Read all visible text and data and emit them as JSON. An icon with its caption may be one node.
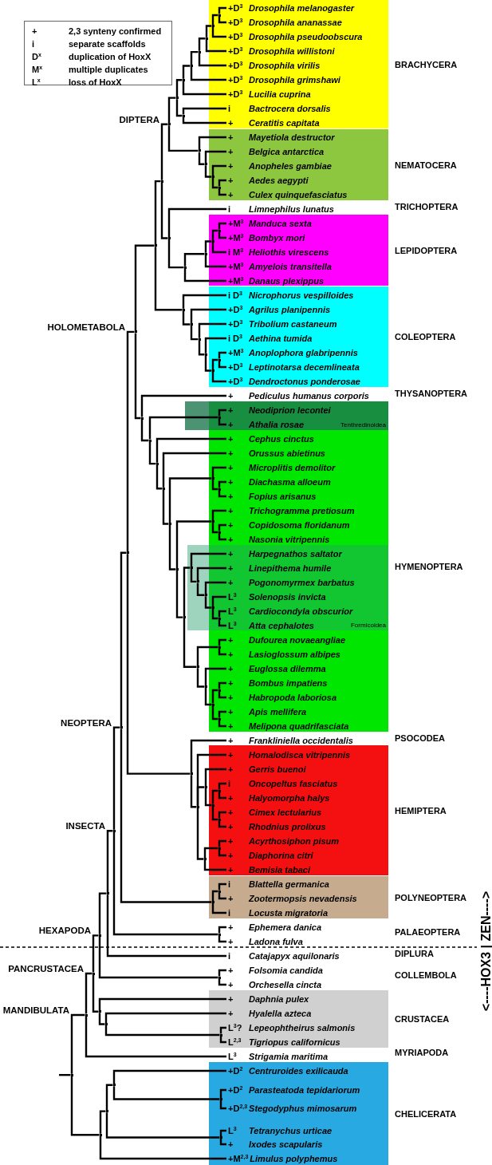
{
  "diagram": {
    "nodes": [
      {
        "text": [
          "+",
          "2,3 synteny confirmed",
          "i",
          "separate scaffolds",
          "D$^{x}$",
          "duplication of HoxX",
          "M$^{x}$",
          "multiple duplicates",
          "L$^{x}$",
          "loss of HoxX"
        ]
      },
      {
        "text": [
          "BRACHYCERA"
        ]
      },
      {
        "text": [
          "+D$^{3}$",
          "Drosophila melanogaster"
        ],
        "in": 1
      },
      {
        "text": [
          "+D$^{3}$",
          "Drosophila ananassae"
        ],
        "in": 1
      },
      {
        "text": [
          "+D$^{3}$",
          "Drosophila pseudoobscura"
        ],
        "in": 1
      },
      {
        "text": [
          "+D$^{3}$",
          "Drosophila willistoni"
        ],
        "in": 1
      },
      {
        "text": [
          "+D$^{3}$",
          "Drosophila virilis"
        ],
        "in": 1
      },
      {
        "text": [
          "+D$^{3}$",
          "Drosophila grimshawi"
        ],
        "in": 1
      },
      {
        "text": [
          "+D$^{3}$",
          "Lucilia cuprina"
        ],
        "in": 1
      },
      {
        "text": [
          "i",
          "Bactrocera dorsalis"
        ],
        "in": 1
      },
      {
        "text": [
          "+",
          "Ceratitis capitata"
        ],
        "in": 1
      },
      {
        "text": [
          "NEMATOCERA"
        ]
      },
      {
        "text": [
          "+",
          "Mayetiola destructor"
        ],
        "in": 11
      },
      {
        "text": [
          "+",
          "Belgica antarctica"
        ],
        "in": 11
      },
      {
        "text": [
          "+",
          "Anopheles gambiae"
        ],
        "in": 11
      },
      {
        "text": [
          "+",
          "Aedes aegypti"
        ],
        "in": 11
      },
      {
        "text": [
          "+",
          "Culex quinquefasciatus"
        ],
        "in": 11
      },
      {
        "text": [
          "i",
          "Limnephilus lunatus"
        ]
      },
      {
        "text": [
          "LEPIDOPTERA"
        ]
      },
      {
        "text": [
          "+M$^{3}$",
          "Manduca sexta"
        ],
        "in": 18
      },
      {
        "text": [
          "+M$^{3}$",
          "Bombyx mori"
        ],
        "in": 18
      },
      {
        "text": [
          "i M$^{3}$",
          "Heliothis virescens"
        ],
        "in": 18
      },
      {
        "text": [
          "+M$^{3}$",
          "Amyelois transitella"
        ],
        "in": 18
      },
      {
        "text": [
          "+M$^{3}$",
          "Danaus plexippus"
        ],
        "in": 18
      },
      {
        "text": [
          "COLEOPTERA"
        ]
      },
      {
        "text": [
          "i D$^{3}$",
          "Nicrophorus vespilloides"
        ],
        "in": 24
      },
      {
        "text": [
          "+D$^{3}$",
          "Agrilus planipennis"
        ],
        "in": 24
      },
      {
        "text": [
          "+D$^{3}$",
          "Tribolium castaneum"
        ],
        "in": 24
      },
      {
        "text": [
          "i D$^{3}$",
          "Aethina tumida"
        ],
        "in": 24
      },
      {
        "text": [
          "+M$^{3}$",
          "Anoplophora glabripennis"
        ],
        "in": 24
      },
      {
        "text": [
          "+D$^{3}$",
          "Leptinotarsa decemlineata"
        ],
        "in": 24
      },
      {
        "text": [
          "+D$^{3}$",
          "Dendroctonus ponderosae"
        ],
        "in": 24
      },
      {
        "text": [
          "+",
          "Pediculus humanus corporis"
        ]
      },
      {
        "text": [
          "HYMENOPTERA"
        ]
      },
      {
        "text": [
          "Tenthredinoidea"
        ]
      },
      {
        "text": [
          "+",
          "Neodiprion lecontei"
        ],
        "in": 34
      },
      {
        "text": [
          "+",
          "Athalia rosae"
        ],
        "in": 34
      },
      {
        "text": [
          "+",
          "Cephus cinctus"
        ],
        "in": 33
      },
      {
        "text": [
          "+",
          "Orussus abietinus"
        ],
        "in": 33
      },
      {
        "text": [
          "+",
          "Microplitis demolitor"
        ],
        "in": 33
      },
      {
        "text": [
          "+",
          "Diachasma alloeum"
        ],
        "in": 33
      },
      {
        "text": [
          "+",
          "Fopius arisanus"
        ],
        "in": 33
      },
      {
        "text": [
          "+",
          "Trichogramma pretiosum"
        ],
        "in": 33
      },
      {
        "text": [
          "+",
          "Copidosoma floridanum"
        ],
        "in": 33
      },
      {
        "text": [
          "+",
          "Nasonia vitripennis"
        ],
        "in": 33
      },
      {
        "text": [
          "Formicoidea"
        ]
      },
      {
        "text": [
          "+",
          "Harpegnathos saltator"
        ],
        "in": 45
      },
      {
        "text": [
          "+",
          "Linepithema humile"
        ],
        "in": 45
      },
      {
        "text": [
          "+",
          "Pogonomyrmex barbatus"
        ],
        "in": 45
      },
      {
        "text": [
          "L$^{3}$",
          "Solenopsis invicta"
        ],
        "in": 45
      },
      {
        "text": [
          "L$^{3}$",
          "Cardiocondyla obscurior"
        ],
        "in": 45
      },
      {
        "text": [
          "L$^{3}$",
          "Atta cephalotes"
        ],
        "in": 45
      },
      {
        "text": [
          "+",
          "Dufourea novaeangliae"
        ],
        "in": 33
      },
      {
        "text": [
          "+",
          "Lasioglossum albipes"
        ],
        "in": 33
      },
      {
        "text": [
          "+",
          "Euglossa dilemma"
        ],
        "in": 33
      },
      {
        "text": [
          "+",
          "Bombus impatiens"
        ],
        "in": 33
      },
      {
        "text": [
          "+",
          "Habropoda laboriosa"
        ],
        "in": 33
      },
      {
        "text": [
          "+",
          "Apis mellifera"
        ],
        "in": 33
      },
      {
        "text": [
          "+",
          "Melipona quadrifasciata"
        ],
        "in": 33
      },
      {
        "text": [
          "+",
          "Frankliniella occidentalis"
        ]
      },
      {
        "text": [
          "HEMIPTERA"
        ]
      },
      {
        "text": [
          "+",
          "Homalodisca vitripennis"
        ],
        "in": 60
      },
      {
        "text": [
          "+",
          "Gerris buenoi"
        ],
        "in": 60
      },
      {
        "text": [
          "i",
          "Oncopeltus fasciatus"
        ],
        "in": 60
      },
      {
        "text": [
          "+",
          "Halyomorpha halys"
        ],
        "in": 60
      },
      {
        "text": [
          "+",
          "Cimex lectularius"
        ],
        "in": 60
      },
      {
        "text": [
          "+",
          "Rhodnius prolixus"
        ],
        "in": 60
      },
      {
        "text": [
          "+",
          "Acyrthosiphon pisum"
        ],
        "in": 60
      },
      {
        "text": [
          "+",
          "Diaphorina citri"
        ],
        "in": 60
      },
      {
        "text": [
          "+",
          "Bemisia tabaci"
        ],
        "in": 60
      },
      {
        "text": [
          "POLYNEOPTERA"
        ]
      },
      {
        "text": [
          "i",
          "Blattella germanica"
        ],
        "in": 70
      },
      {
        "text": [
          "+",
          "Zootermopsis nevadensis"
        ],
        "in": 70
      },
      {
        "text": [
          "i",
          "Locusta migratoria"
        ],
        "in": 70
      },
      {
        "text": [
          "+",
          "Ephemera danica"
        ]
      },
      {
        "text": [
          "+",
          "Ladona fulva"
        ]
      },
      {
        "text": [
          "i",
          "Catajapyx aquilonaris"
        ]
      },
      {
        "text": [
          "+",
          "Folsomia candida"
        ]
      },
      {
        "text": [
          "+",
          "Orchesella cincta"
        ]
      },
      {
        "text": [
          "CRUSTACEA"
        ]
      },
      {
        "text": [
          "+",
          "Daphnia pulex"
        ],
        "in": 79
      },
      {
        "text": [
          "+",
          "Hyalella azteca"
        ],
        "in": 79
      },
      {
        "text": [
          "L$^{3}$?",
          "Lepeophtheirus salmonis"
        ],
        "in": 79
      },
      {
        "text": [
          "L$^{2,3}$",
          "Tigriopus californicus"
        ],
        "in": 79
      },
      {
        "text": [
          "L$^{3}$",
          "Strigamia maritima"
        ]
      },
      {
        "text": [
          "CHELICERATA"
        ]
      },
      {
        "text": [
          "+D$^{2}$",
          "Centruroides exilicauda"
        ],
        "in": 85
      },
      {
        "text": [
          "+D$^{2}$",
          "Parasteatoda tepidariorum"
        ],
        "in": 85
      },
      {
        "text": [
          "+D$^{2,3}$",
          "Stegodyphus mimosarum"
        ],
        "in": 85
      },
      {
        "text": [
          "L$^{3}$",
          "Tetranychus urticae"
        ],
        "in": 85
      },
      {
        "text": [
          "+",
          "Ixodes scapularis"
        ],
        "in": 85
      },
      {
        "text": [
          "+M$^{2,3}$",
          "Limulus polyphemus"
        ],
        "in": 85
      },
      {
        "text": [],
        "shape": "point",
        "in": 1
      },
      {
        "text": [],
        "shape": "point",
        "in": 1
      },
      {
        "text": [],
        "shape": "point"
      },
      {
        "text": [],
        "shape": "point"
      },
      {
        "text": [],
        "shape": "point"
      },
      {
        "text": [],
        "shape": "point"
      },
      {
        "text": [],
        "shape": "point"
      },
      {
        "text": [],
        "shape": "point"
      },
      {
        "text": [],
        "shape": "point",
        "in": 11
      },
      {
        "text": [],
        "shape": "point",
        "in": 11
      },
      {
        "text": [],
        "shape": "point"
      },
      {
        "text": [],
        "shape": "point"
      },
      {
        "text": [],
        "shape": "point",
        "beside": [
          "DIPTERA"
        ]
      },
      {
        "text": [],
        "shape": "point",
        "in": 18
      },
      {
        "text": [],
        "shape": "point",
        "in": 18
      },
      {
        "text": [],
        "shape": "point"
      },
      {
        "text": [],
        "shape": "point"
      },
      {
        "text": [],
        "shape": "point"
      },
      {
        "text": [],
        "shape": "point"
      },
      {
        "text": [],
        "shape": "point",
        "in": 24
      },
      {
        "text": [],
        "shape": "point",
        "in": 24
      },
      {
        "text": [],
        "shape": "point"
      },
      {
        "text": [],
        "shape": "point"
      },
      {
        "text": [],
        "shape": "point"
      },
      {
        "text": [],
        "shape": "point"
      },
      {
        "text": [],
        "shape": "point"
      },
      {
        "text": [],
        "shape": "point",
        "in": 34
      },
      {
        "text": [],
        "shape": "point",
        "in": 33
      },
      {
        "text": [],
        "shape": "point",
        "in": 33
      },
      {
        "text": [],
        "shape": "point",
        "in": 33
      },
      {
        "text": [],
        "shape": "point",
        "in": 33
      },
      {
        "text": [],
        "shape": "point",
        "in": 45
      },
      {
        "text": [],
        "shape": "point",
        "in": 45
      },
      {
        "text": [],
        "shape": "point",
        "in": 45
      },
      {
        "text": [],
        "shape": "point",
        "in": 45
      },
      {
        "text": [],
        "shape": "point",
        "in": 45
      },
      {
        "text": [],
        "shape": "point",
        "in": 33
      },
      {
        "text": [],
        "shape": "point",
        "in": 33
      },
      {
        "text": [],
        "shape": "point",
        "in": 33
      },
      {
        "text": [],
        "shape": "point",
        "in": 33
      },
      {
        "text": [],
        "shape": "point"
      },
      {
        "text": [],
        "shape": "point"
      },
      {
        "text": [],
        "shape": "point"
      },
      {
        "text": [],
        "shape": "point"
      },
      {
        "text": [],
        "shape": "point"
      },
      {
        "text": [],
        "shape": "point"
      },
      {
        "text": [],
        "shape": "point"
      },
      {
        "text": [],
        "shape": "point"
      },
      {
        "text": [],
        "shape": "point"
      },
      {
        "text": [],
        "shape": "point",
        "beside": [
          "HOLOMETABOLA"
        ]
      },
      {
        "text": [],
        "shape": "point",
        "in": 60
      },
      {
        "text": [],
        "shape": "point",
        "in": 60
      },
      {
        "text": [],
        "shape": "point",
        "in": 60
      },
      {
        "text": [],
        "shape": "point"
      },
      {
        "text": [],
        "shape": "point",
        "in": 60
      },
      {
        "text": [],
        "shape": "point"
      },
      {
        "text": [],
        "shape": "point"
      },
      {
        "text": [],
        "shape": "point"
      },
      {
        "text": [],
        "shape": "point"
      },
      {
        "text": [],
        "shape": "point",
        "in": 70
      },
      {
        "text": [],
        "shape": "point",
        "in": 70
      },
      {
        "text": [],
        "shape": "point",
        "beside": [
          "NEOPTERA"
        ]
      },
      {
        "text": [],
        "shape": "point"
      },
      {
        "text": [],
        "shape": "point",
        "beside": [
          "INSECTA"
        ]
      },
      {
        "text": [],
        "shape": "point"
      },
      {
        "text": [],
        "shape": "point"
      },
      {
        "text": [],
        "shape": "point",
        "beside": [
          "HEXAPODA"
        ]
      },
      {
        "text": [],
        "shape": "point",
        "in": 79
      },
      {
        "text": [],
        "shape": "point"
      },
      {
        "text": [],
        "shape": "point"
      },
      {
        "text": [],
        "shape": "point",
        "beside": [
          "PANCRUSTACEA"
        ]
      },
      {
        "text": [],
        "shape": "point",
        "beside": [
          "MANDIBULATA"
        ]
      },
      {
        "text": [],
        "shape": "point",
        "in": 85
      },
      {
        "text": [],
        "shape": "point"
      },
      {
        "text": [],
        "shape": "point",
        "in": 85
      },
      {
        "text": [],
        "shape": "point"
      },
      {
        "text": [],
        "shape": "point"
      },
      {
        "text": [],
        "shape": "point"
      }
    ],
    "edges": [
      {
        "from": 92,
        "to": 2,
        "arrow": "none"
      },
      {
        "from": 92,
        "to": 3,
        "arrow": "none"
      },
      {
        "from": 93,
        "to": 92,
        "arrow": "none"
      },
      {
        "from": 93,
        "to": 4,
        "arrow": "none"
      },
      {
        "from": 94,
        "to": 93,
        "arrow": "none"
      },
      {
        "from": 94,
        "to": 5,
        "arrow": "none"
      },
      {
        "from": 95,
        "to": 94,
        "arrow": "none"
      },
      {
        "from": 95,
        "to": 6,
        "arrow": "none"
      },
      {
        "from": 96,
        "to": 95,
        "arrow": "none"
      },
      {
        "from": 96,
        "to": 7,
        "arrow": "none"
      },
      {
        "from": 97,
        "to": 96,
        "arrow": "none"
      },
      {
        "from": 97,
        "to": 8,
        "arrow": "none"
      },
      {
        "from": 98,
        "to": 9,
        "arrow": "none"
      },
      {
        "from": 98,
        "to": 10,
        "arrow": "none"
      },
      {
        "from": 99,
        "to": 97,
        "arrow": "none"
      },
      {
        "from": 99,
        "to": 98,
        "arrow": "none"
      },
      {
        "from": 100,
        "to": 15,
        "arrow": "none"
      },
      {
        "from": 100,
        "to": 16,
        "arrow": "none"
      },
      {
        "from": 101,
        "to": 14,
        "arrow": "none"
      },
      {
        "from": 101,
        "to": 100,
        "arrow": "none"
      },
      {
        "from": 102,
        "to": 13,
        "arrow": "none"
      },
      {
        "from": 102,
        "to": 101,
        "arrow": "none"
      },
      {
        "from": 103,
        "to": 12,
        "arrow": "none"
      },
      {
        "from": 103,
        "to": 102,
        "arrow": "none"
      },
      {
        "from": 104,
        "to": 99,
        "arrow": "none"
      },
      {
        "from": 104,
        "to": 103,
        "arrow": "none"
      },
      {
        "from": 105,
        "to": 19,
        "arrow": "none"
      },
      {
        "from": 105,
        "to": 20,
        "arrow": "none"
      },
      {
        "from": 106,
        "to": 105,
        "arrow": "none"
      },
      {
        "from": 106,
        "to": 21,
        "arrow": "none"
      },
      {
        "from": 107,
        "to": 106,
        "arrow": "none"
      },
      {
        "from": 107,
        "to": 22,
        "arrow": "none"
      },
      {
        "from": 108,
        "to": 107,
        "arrow": "none"
      },
      {
        "from": 108,
        "to": 23,
        "arrow": "none"
      },
      {
        "from": 109,
        "to": 17,
        "arrow": "none"
      },
      {
        "from": 109,
        "to": 108,
        "arrow": "none"
      },
      {
        "from": 110,
        "to": 104,
        "arrow": "none"
      },
      {
        "from": 110,
        "to": 109,
        "arrow": "none"
      },
      {
        "from": 111,
        "to": 29,
        "arrow": "none"
      },
      {
        "from": 111,
        "to": 30,
        "arrow": "none"
      },
      {
        "from": 112,
        "to": 111,
        "arrow": "none"
      },
      {
        "from": 112,
        "to": 31,
        "arrow": "none"
      },
      {
        "from": 113,
        "to": 28,
        "arrow": "none"
      },
      {
        "from": 113,
        "to": 112,
        "arrow": "none"
      },
      {
        "from": 114,
        "to": 27,
        "arrow": "none"
      },
      {
        "from": 114,
        "to": 113,
        "arrow": "none"
      },
      {
        "from": 115,
        "to": 26,
        "arrow": "none"
      },
      {
        "from": 115,
        "to": 114,
        "arrow": "none"
      },
      {
        "from": 116,
        "to": 25,
        "arrow": "none"
      },
      {
        "from": 116,
        "to": 115,
        "arrow": "none"
      },
      {
        "from": 117,
        "to": 110,
        "arrow": "none"
      },
      {
        "from": 117,
        "to": 116,
        "arrow": "none"
      },
      {
        "from": 118,
        "to": 35,
        "arrow": "none"
      },
      {
        "from": 118,
        "to": 36,
        "arrow": "none"
      },
      {
        "from": 119,
        "to": 40,
        "arrow": "none"
      },
      {
        "from": 119,
        "to": 41,
        "arrow": "none"
      },
      {
        "from": 120,
        "to": 39,
        "arrow": "none"
      },
      {
        "from": 120,
        "to": 119,
        "arrow": "none"
      },
      {
        "from": 121,
        "to": 43,
        "arrow": "none"
      },
      {
        "from": 121,
        "to": 44,
        "arrow": "none"
      },
      {
        "from": 122,
        "to": 42,
        "arrow": "none"
      },
      {
        "from": 122,
        "to": 121,
        "arrow": "none"
      },
      {
        "from": 123,
        "to": 50,
        "arrow": "none"
      },
      {
        "from": 123,
        "to": 51,
        "arrow": "none"
      },
      {
        "from": 124,
        "to": 49,
        "arrow": "none"
      },
      {
        "from": 124,
        "to": 123,
        "arrow": "none"
      },
      {
        "from": 125,
        "to": 48,
        "arrow": "none"
      },
      {
        "from": 125,
        "to": 124,
        "arrow": "none"
      },
      {
        "from": 126,
        "to": 47,
        "arrow": "none"
      },
      {
        "from": 126,
        "to": 125,
        "arrow": "none"
      },
      {
        "from": 127,
        "to": 46,
        "arrow": "none"
      },
      {
        "from": 127,
        "to": 126,
        "arrow": "none"
      },
      {
        "from": 128,
        "to": 52,
        "arrow": "none"
      },
      {
        "from": 128,
        "to": 53,
        "arrow": "none"
      },
      {
        "from": 129,
        "to": 55,
        "arrow": "none"
      },
      {
        "from": 129,
        "to": 56,
        "arrow": "none"
      },
      {
        "from": 130,
        "to": 57,
        "arrow": "none"
      },
      {
        "from": 130,
        "to": 58,
        "arrow": "none"
      },
      {
        "from": 131,
        "to": 129,
        "arrow": "none"
      },
      {
        "from": 131,
        "to": 130,
        "arrow": "none"
      },
      {
        "from": 132,
        "to": 54,
        "arrow": "none"
      },
      {
        "from": 132,
        "to": 131,
        "arrow": "none"
      },
      {
        "from": 133,
        "to": 128,
        "arrow": "none"
      },
      {
        "from": 133,
        "to": 132,
        "arrow": "none"
      },
      {
        "from": 134,
        "to": 127,
        "arrow": "none"
      },
      {
        "from": 134,
        "to": 133,
        "arrow": "none"
      },
      {
        "from": 135,
        "to": 122,
        "arrow": "none"
      },
      {
        "from": 135,
        "to": 134,
        "arrow": "none"
      },
      {
        "from": 136,
        "to": 120,
        "arrow": "none"
      },
      {
        "from": 136,
        "to": 135,
        "arrow": "none"
      },
      {
        "from": 137,
        "to": 38,
        "arrow": "none"
      },
      {
        "from": 137,
        "to": 136,
        "arrow": "none"
      },
      {
        "from": 138,
        "to": 37,
        "arrow": "none"
      },
      {
        "from": 138,
        "to": 137,
        "arrow": "none"
      },
      {
        "from": 139,
        "to": 118,
        "arrow": "none"
      },
      {
        "from": 139,
        "to": 138,
        "arrow": "none"
      },
      {
        "from": 140,
        "to": 32,
        "arrow": "none"
      },
      {
        "from": 140,
        "to": 139,
        "arrow": "none"
      },
      {
        "from": 141,
        "to": 117,
        "arrow": "none"
      },
      {
        "from": 141,
        "to": 140,
        "arrow": "none"
      },
      {
        "from": 142,
        "to": 63,
        "arrow": "none"
      },
      {
        "from": 142,
        "to": 64,
        "arrow": "none"
      },
      {
        "from": 143,
        "to": 65,
        "arrow": "none"
      },
      {
        "from": 143,
        "to": 66,
        "arrow": "none"
      },
      {
        "from": 144,
        "to": 142,
        "arrow": "none"
      },
      {
        "from": 144,
        "to": 143,
        "arrow": "none"
      },
      {
        "from": 145,
        "to": 62,
        "arrow": "none"
      },
      {
        "from": 145,
        "to": 144,
        "arrow": "none"
      },
      {
        "from": 146,
        "to": 67,
        "arrow": "none"
      },
      {
        "from": 146,
        "to": 68,
        "arrow": "none"
      },
      {
        "from": 147,
        "to": 146,
        "arrow": "none"
      },
      {
        "from": 147,
        "to": 69,
        "arrow": "none"
      },
      {
        "from": 148,
        "to": 61,
        "arrow": "none"
      },
      {
        "from": 148,
        "to": 145,
        "arrow": "none"
      },
      {
        "from": 148,
        "to": 147,
        "arrow": "none"
      },
      {
        "from": 149,
        "to": 59,
        "arrow": "none"
      },
      {
        "from": 149,
        "to": 148,
        "arrow": "none"
      },
      {
        "from": 150,
        "to": 141,
        "arrow": "none"
      },
      {
        "from": 150,
        "to": 149,
        "arrow": "none"
      },
      {
        "from": 151,
        "to": 71,
        "arrow": "none"
      },
      {
        "from": 151,
        "to": 72,
        "arrow": "none"
      },
      {
        "from": 152,
        "to": 151,
        "arrow": "none"
      },
      {
        "from": 152,
        "to": 73,
        "arrow": "none"
      },
      {
        "from": 153,
        "to": 150,
        "arrow": "none"
      },
      {
        "from": 153,
        "to": 152,
        "arrow": "none"
      },
      {
        "from": 154,
        "to": 74,
        "arrow": "none"
      },
      {
        "from": 154,
        "to": 75,
        "arrow": "none"
      },
      {
        "from": 155,
        "to": 153,
        "arrow": "none"
      },
      {
        "from": 155,
        "to": 154,
        "arrow": "none"
      },
      {
        "from": 156,
        "to": 155,
        "arrow": "none"
      },
      {
        "from": 156,
        "to": 76,
        "arrow": "none"
      },
      {
        "from": 157,
        "to": 77,
        "arrow": "none"
      },
      {
        "from": 157,
        "to": 78,
        "arrow": "none"
      },
      {
        "from": 158,
        "to": 156,
        "arrow": "none"
      },
      {
        "from": 158,
        "to": 157,
        "arrow": "none"
      },
      {
        "from": 159,
        "to": 82,
        "arrow": "none"
      },
      {
        "from": 159,
        "to": 83,
        "arrow": "none"
      },
      {
        "from": 160,
        "to": 81,
        "arrow": "none"
      },
      {
        "from": 160,
        "to": 159,
        "arrow": "none"
      },
      {
        "from": 161,
        "to": 80,
        "arrow": "none"
      },
      {
        "from": 161,
        "to": 160,
        "arrow": "none"
      },
      {
        "from": 162,
        "to": 158,
        "arrow": "none"
      },
      {
        "from": 162,
        "to": 161,
        "arrow": "none"
      },
      {
        "from": 163,
        "to": 162,
        "arrow": "none"
      },
      {
        "from": 163,
        "to": 84,
        "arrow": "none"
      },
      {
        "from": 164,
        "to": 87,
        "arrow": "none"
      },
      {
        "from": 164,
        "to": 88,
        "arrow": "none"
      },
      {
        "from": 165,
        "to": 86,
        "arrow": "none"
      },
      {
        "from": 165,
        "to": 164,
        "arrow": "none"
      },
      {
        "from": 166,
        "to": 89,
        "arrow": "none"
      },
      {
        "from": 166,
        "to": 90,
        "arrow": "none"
      },
      {
        "from": 167,
        "to": 165,
        "arrow": "none"
      },
      {
        "from": 167,
        "to": 166,
        "arrow": "none"
      },
      {
        "from": 168,
        "to": 167,
        "arrow": "none"
      },
      {
        "from": 168,
        "to": 91,
        "arrow": "none"
      },
      {
        "from": 169,
        "to": 163,
        "arrow": "none"
      },
      {
        "from": 169,
        "to": 168,
        "arrow": "none"
      },
      {
        "from": null,
        "to": 169,
        "arrow": "none"
      }
    ],
    "labels": [
      "TRICHOPTERA",
      "THYSANOPTERA",
      "PSOCODEA",
      "PALAEOPTERA",
      "DIPLURA",
      "COLLEMBOLA",
      "MYRIAPODA",
      "<----HOX3 | ZEN---->"
    ]
  }
}
